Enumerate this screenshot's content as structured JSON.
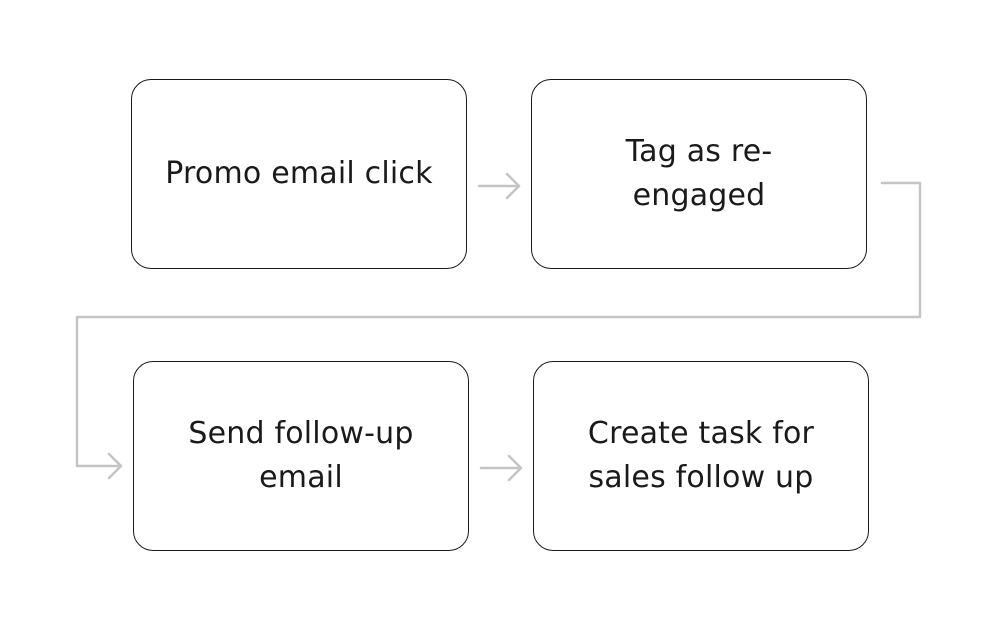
{
  "diagram": {
    "nodes": [
      {
        "id": "promo-click",
        "label": "Promo email click"
      },
      {
        "id": "tag-reengaged",
        "label": "Tag as re-engaged"
      },
      {
        "id": "send-followup",
        "label": "Send follow-up email"
      },
      {
        "id": "create-task",
        "label": "Create task for sales follow up"
      }
    ],
    "edges": [
      {
        "from": "promo-click",
        "to": "tag-reengaged"
      },
      {
        "from": "tag-reengaged",
        "to": "send-followup"
      },
      {
        "from": "send-followup",
        "to": "create-task"
      }
    ]
  },
  "colors": {
    "node_border": "#1a1a1a",
    "node_text": "#1a1a1a",
    "connector": "#c4c4c4",
    "background": "#ffffff"
  }
}
